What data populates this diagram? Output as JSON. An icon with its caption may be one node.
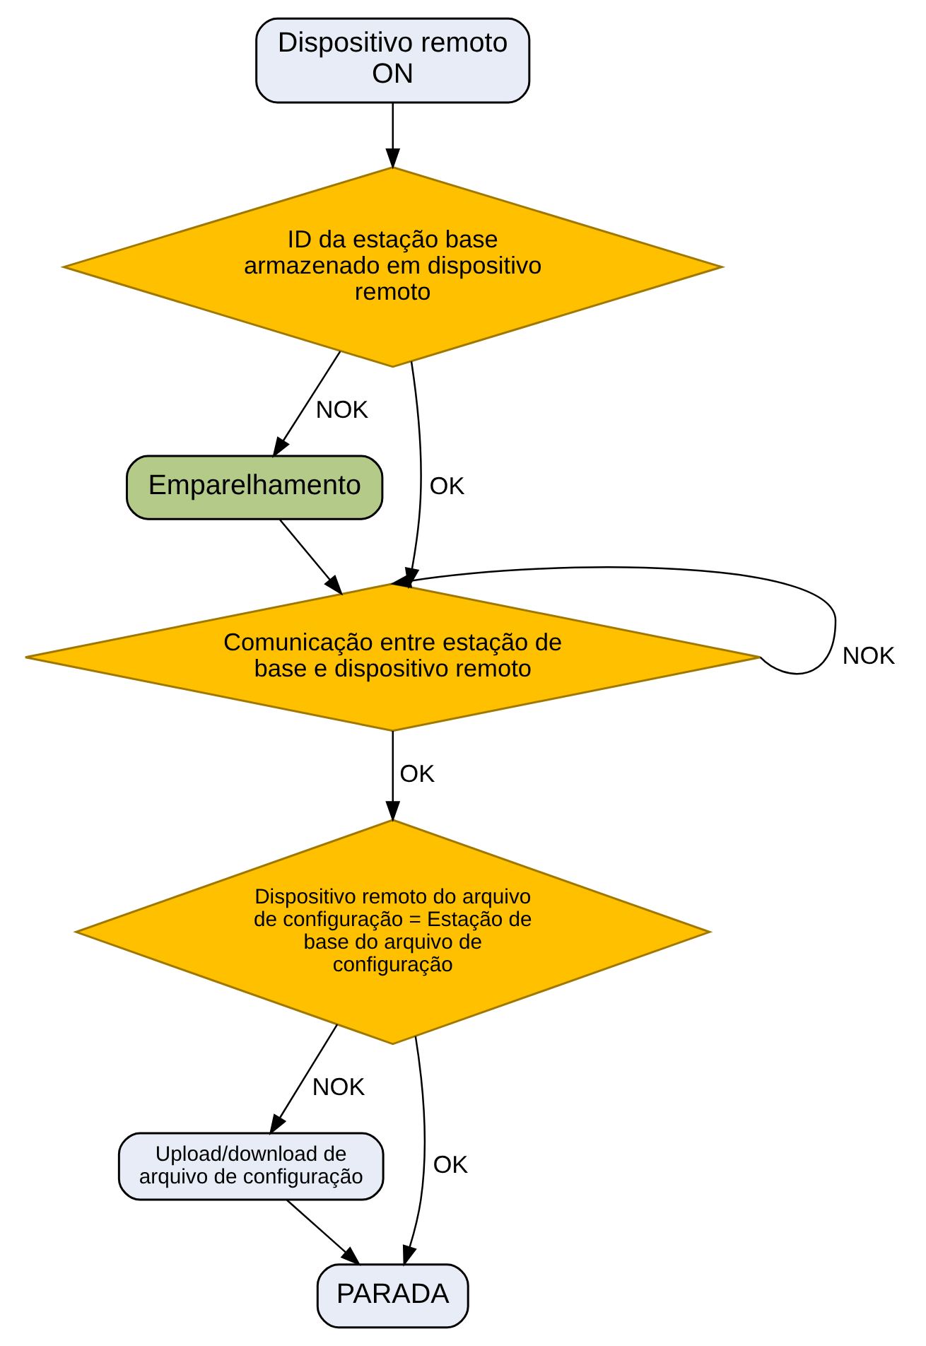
{
  "diagram": {
    "nodes": [
      {
        "text": [
          "Dispositivo remoto ON"
        ]
      },
      {
        "text": [
          "ID da estação base armazenado em dispositivo remoto"
        ]
      },
      {
        "text": [
          "Emparelhamento"
        ]
      },
      {
        "text": [
          "Comunicação entre estação de base e dispositivo remoto"
        ]
      },
      {
        "text": [
          "Dispositivo remoto do arquivo de configuração = Estação de base do arquivo de configuração"
        ]
      },
      {
        "text": [
          "Upload/download de arquivo de configuração"
        ]
      },
      {
        "text": [
          "PARADA"
        ]
      }
    ],
    "edges": [
      {
        "from": 0,
        "to": 1,
        "arrow": "to"
      },
      {
        "from": 1,
        "to": 2,
        "arrow": "to",
        "label": "NOK"
      },
      {
        "from": 1,
        "to": 3,
        "arrow": "to",
        "label": "OK"
      },
      {
        "from": 2,
        "to": 3,
        "arrow": "to"
      },
      {
        "from": 3,
        "to": 3,
        "arrow": "to",
        "label": "NOK"
      },
      {
        "from": 3,
        "to": 4,
        "arrow": "to",
        "label": "OK"
      },
      {
        "from": 4,
        "to": 5,
        "arrow": "to",
        "label": "NOK"
      },
      {
        "from": 4,
        "to": 6,
        "arrow": "to",
        "label": "OK"
      },
      {
        "from": 5,
        "to": 6,
        "arrow": "to"
      }
    ]
  }
}
